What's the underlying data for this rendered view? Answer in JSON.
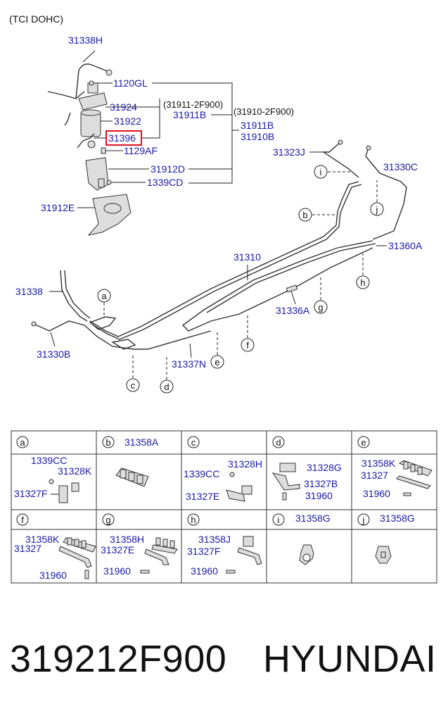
{
  "header": {
    "note": "(TCI DOHC)"
  },
  "labels": {
    "l31338H": "31338H",
    "l1120GL": "1120GL",
    "l31924": "31924",
    "l31922": "31922",
    "l31396": "31396",
    "l1129AF": "1129AF",
    "l31912D": "31912D",
    "l1339CD": "1339CD",
    "l31912E": "31912E",
    "l31911_2F900": "(31911-2F900)",
    "l31911B_a": "31911B",
    "l31910_2F900": "(31910-2F900)",
    "l31911B_b": "31911B",
    "l31910B": "31910B",
    "l31323J": "31323J",
    "l31330C": "31330C",
    "l31360A": "31360A",
    "l31310": "31310",
    "l31338": "31338",
    "l31330B": "31330B",
    "l31336A": "31336A",
    "l31337N": "31337N"
  },
  "callouts": [
    "a",
    "b",
    "c",
    "d",
    "e",
    "f",
    "g",
    "h",
    "i",
    "j"
  ],
  "table": {
    "row1": [
      {
        "key": "a",
        "title": "",
        "parts": [
          "1339CC",
          "31328K",
          "31327F"
        ]
      },
      {
        "key": "b",
        "title": "31358A",
        "parts": []
      },
      {
        "key": "c",
        "title": "",
        "parts": [
          "31328H",
          "1339CC",
          "31327E"
        ]
      },
      {
        "key": "d",
        "title": "",
        "parts": [
          "31328G",
          "31327B",
          "31960"
        ]
      },
      {
        "key": "e",
        "title": "",
        "parts": [
          "31358K",
          "31327",
          "31960"
        ]
      }
    ],
    "row2": [
      {
        "key": "f",
        "title": "",
        "parts": [
          "31358K",
          "31327",
          "31960"
        ]
      },
      {
        "key": "g",
        "title": "",
        "parts": [
          "31358H",
          "31327E",
          "31960"
        ]
      },
      {
        "key": "h",
        "title": "",
        "parts": [
          "31358J",
          "31327F",
          "31960"
        ]
      },
      {
        "key": "i",
        "title": "31358G",
        "parts": []
      },
      {
        "key": "j",
        "title": "31358G",
        "parts": []
      }
    ]
  },
  "footer": {
    "part_number": "319212F900",
    "brand": "HYUNDAI"
  },
  "colors": {
    "label": "#1a1aa8",
    "highlight_box": "#e0101e"
  }
}
